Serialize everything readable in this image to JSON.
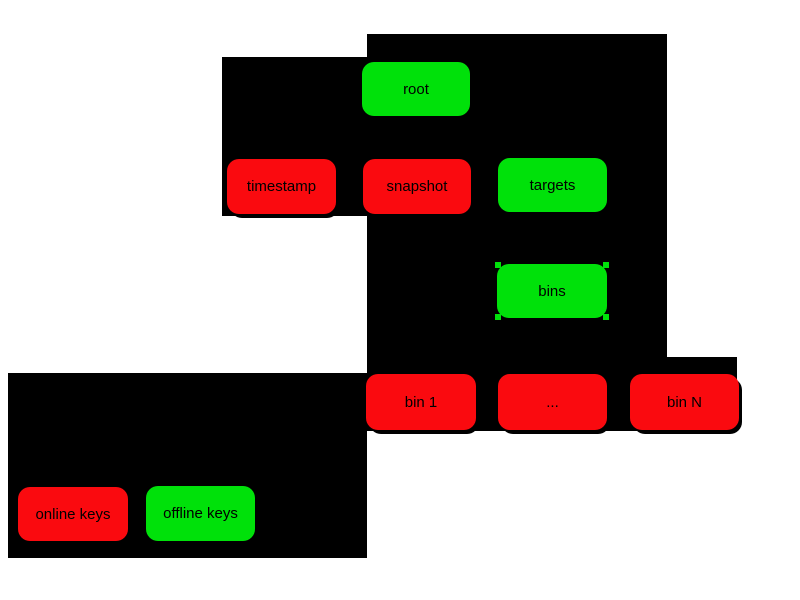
{
  "diagram": {
    "colors": {
      "red": "#fa0a0f",
      "green": "#00e10a",
      "block": "#000000",
      "text": "#000000",
      "page": "#ffffff"
    },
    "nodes": {
      "root": {
        "label": "root",
        "color": "green"
      },
      "timestamp": {
        "label": "timestamp",
        "color": "red"
      },
      "snapshot": {
        "label": "snapshot",
        "color": "red"
      },
      "targets": {
        "label": "targets",
        "color": "green"
      },
      "bins": {
        "label": "bins",
        "color": "green"
      },
      "bin1": {
        "label": "bin 1",
        "color": "red"
      },
      "bin_ellipsis": {
        "label": "...",
        "color": "red"
      },
      "binN": {
        "label": "bin N",
        "color": "red"
      },
      "online_keys": {
        "label": "online keys",
        "color": "red"
      },
      "offline_keys": {
        "label": "offline keys",
        "color": "green"
      }
    }
  }
}
